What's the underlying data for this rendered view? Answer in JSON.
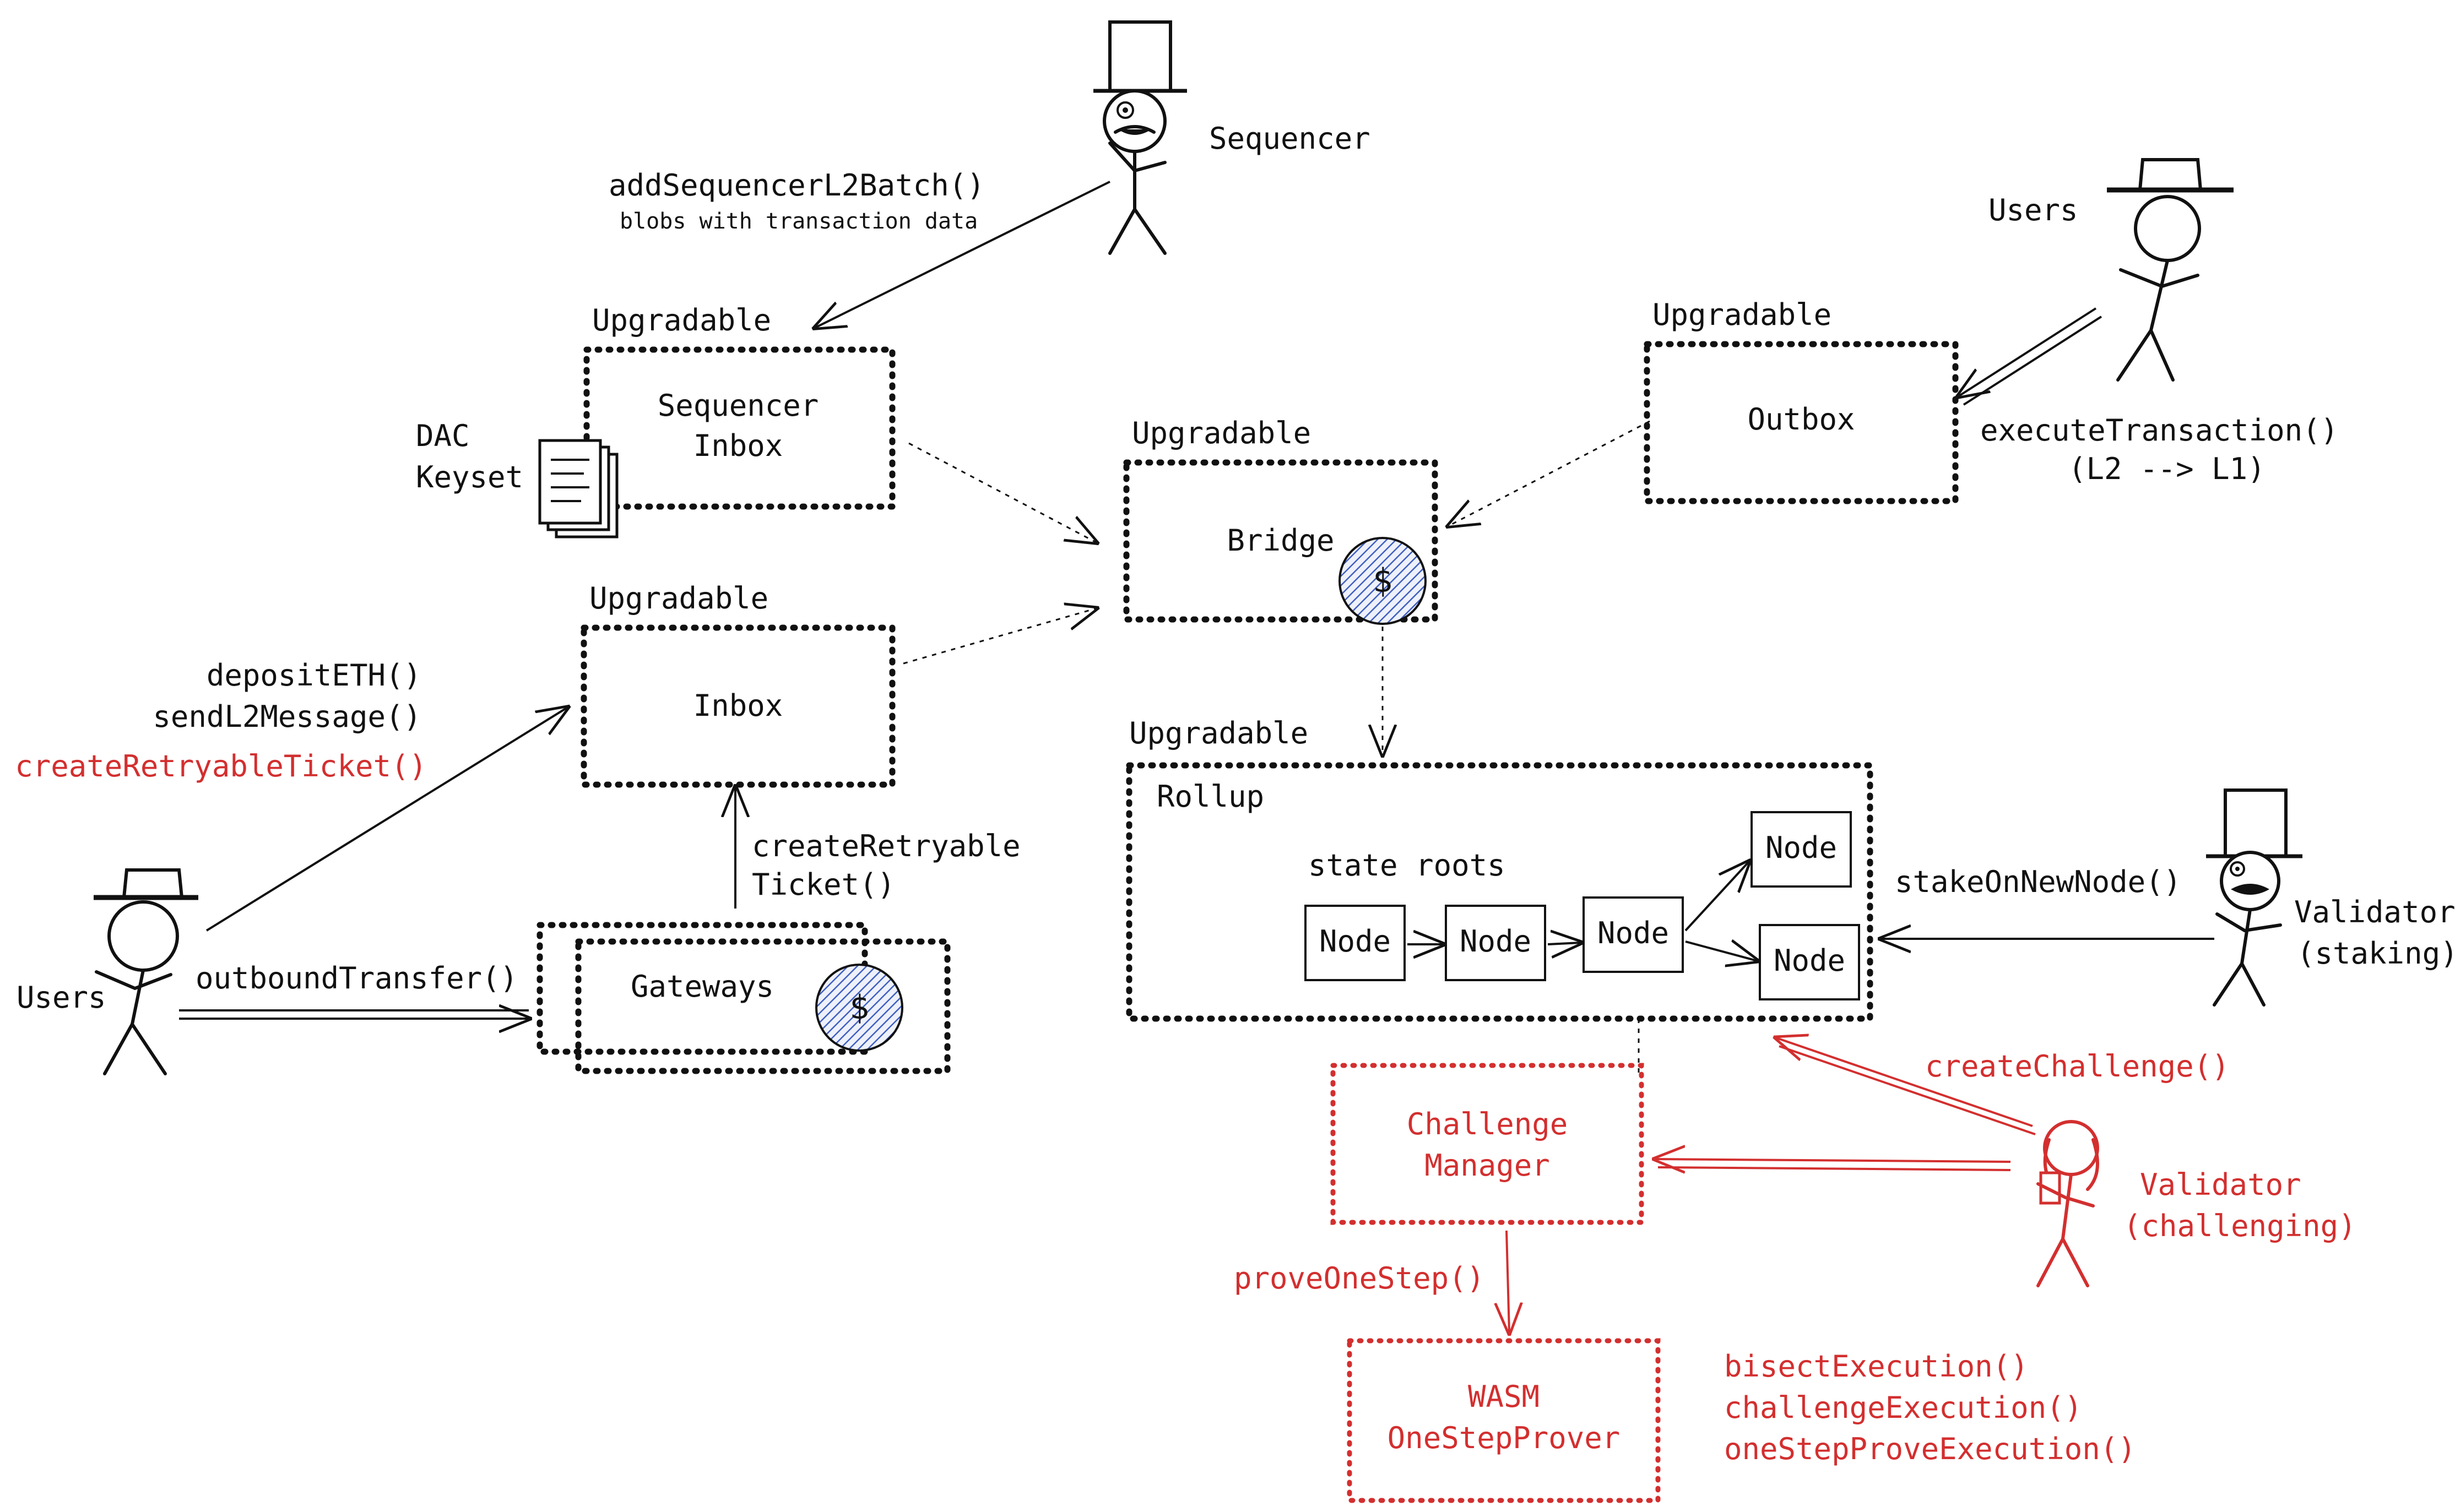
{
  "actors": {
    "sequencer": "Sequencer",
    "users_top": "Users",
    "users_left": "Users",
    "validator_staking": [
      "Validator",
      "(staking)"
    ],
    "validator_challenging": [
      "Validator",
      "(challenging)"
    ]
  },
  "contracts": {
    "sequencer_inbox": {
      "tag": "Upgradable",
      "name": [
        "Sequencer",
        "Inbox"
      ]
    },
    "inbox": {
      "tag": "Upgradable",
      "name": "Inbox"
    },
    "bridge": {
      "tag": "Upgradable",
      "name": "Bridge",
      "coin": "$"
    },
    "outbox": {
      "tag": "Upgradable",
      "name": "Outbox"
    },
    "rollup": {
      "tag": "Upgradable",
      "name": "Rollup",
      "state_roots": "state roots"
    },
    "gateways": {
      "name": "Gateways",
      "coin": "$"
    },
    "challenge_manager": {
      "name": [
        "Challenge",
        "Manager"
      ]
    },
    "wasm_osp": {
      "name": [
        "WASM",
        "OneStepProver"
      ]
    }
  },
  "nodes": {
    "label": "Node"
  },
  "dac_keyset": [
    "DAC",
    "Keyset"
  ],
  "calls": {
    "add_batch": "addSequencerL2Batch()",
    "add_batch_note": "blobs with transaction data",
    "execute_tx": [
      "executeTransaction()",
      "(L2 --> L1)"
    ],
    "deposit": [
      "depositETH()",
      "sendL2Message()"
    ],
    "create_retryable_red": "createRetryableTicket()",
    "create_retryable_gw": [
      "createRetryable",
      "Ticket()"
    ],
    "outbound_transfer": "outboundTransfer()",
    "stake": "stakeOnNewNode()",
    "create_challenge": "createChallenge()",
    "prove_one_step": "proveOneStep()",
    "challenge_fns": [
      "bisectExecution()",
      "challengeExecution()",
      "oneStepProveExecution()"
    ]
  },
  "colors": {
    "ink": "#111111",
    "challenge": "#d32f2f",
    "coin": "#3f5fbf"
  }
}
